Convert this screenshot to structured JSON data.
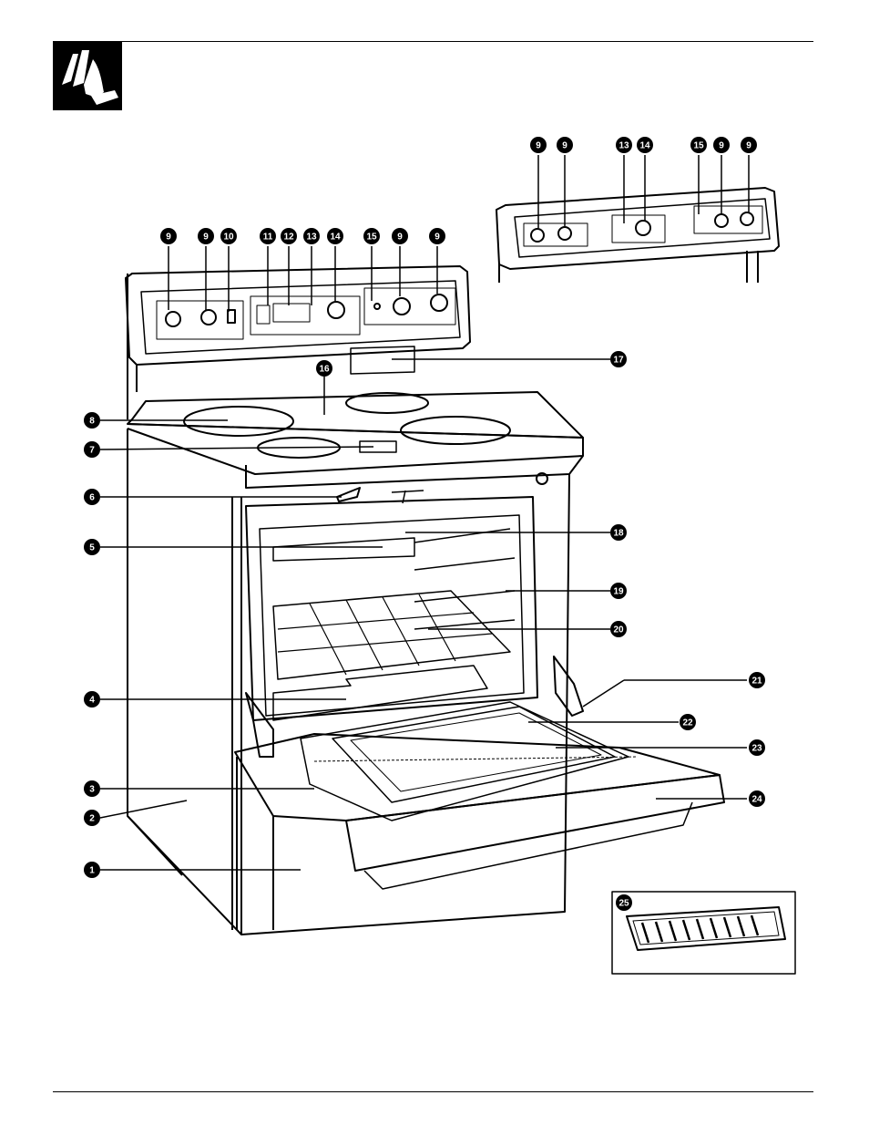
{
  "diagram": {
    "callouts_front": [
      "1",
      "2",
      "3",
      "4",
      "5",
      "6",
      "7",
      "8",
      "16",
      "17",
      "18",
      "19",
      "20",
      "21",
      "22",
      "23",
      "24"
    ],
    "callouts_panel": [
      "9",
      "9",
      "10",
      "11",
      "12",
      "13",
      "14",
      "15",
      "9",
      "9"
    ],
    "callouts_inset_panel": [
      "9",
      "9",
      "13",
      "14",
      "15",
      "9",
      "9"
    ],
    "callout_inset_pan": "25"
  },
  "icons": {
    "logo": "hand-pressing-button-icon"
  }
}
